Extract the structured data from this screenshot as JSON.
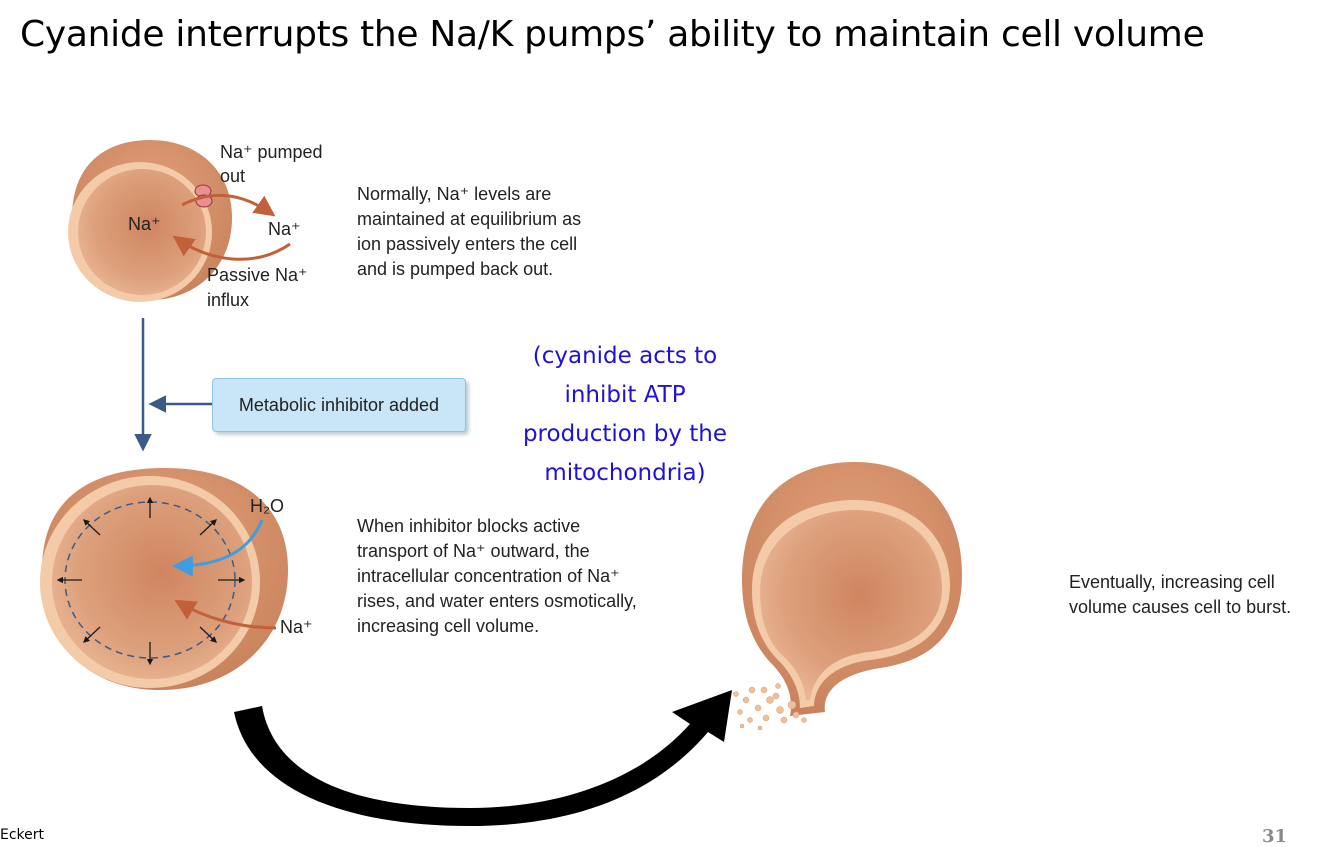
{
  "slide": {
    "title": "Cyanide interrupts the Na/K pumps’ ability to maintain cell volume",
    "footer_left": "Eckert",
    "page_number": "31"
  },
  "diagram": {
    "top_cell": {
      "pump_label_line1": "Na⁺ pumped",
      "pump_label_line2": "out",
      "na_inside": "Na⁺",
      "na_outside": "Na⁺",
      "influx_label_line1": "Passive Na⁺",
      "influx_label_line2": "influx",
      "caption": "Normally, Na⁺ levels are maintained at equilibrium as ion passively enters the cell and is pumped back out."
    },
    "inhibitor_box": "Metabolic inhibitor added",
    "cyanide_note": "(cyanide acts to inhibit ATP production by the mitochondria)",
    "middle_cell": {
      "water_label": "H₂O",
      "na_label": "Na⁺",
      "caption": "When inhibitor blocks active transport of Na⁺ outward, the intracellular concentration of Na⁺ rises, and water enters osmotically, increasing cell volume."
    },
    "burst_cell": {
      "caption": "Eventually, increasing cell volume causes cell to burst."
    },
    "colors": {
      "cell_fill": "#e0a27a",
      "cell_inner": "#d38b66",
      "cell_rim": "#f3cba9",
      "na_arrow": "#c2603a",
      "water_arrow": "#3f9de0",
      "flow_arrow": "#3b5a8a",
      "note_text": "#1f12d6"
    }
  }
}
